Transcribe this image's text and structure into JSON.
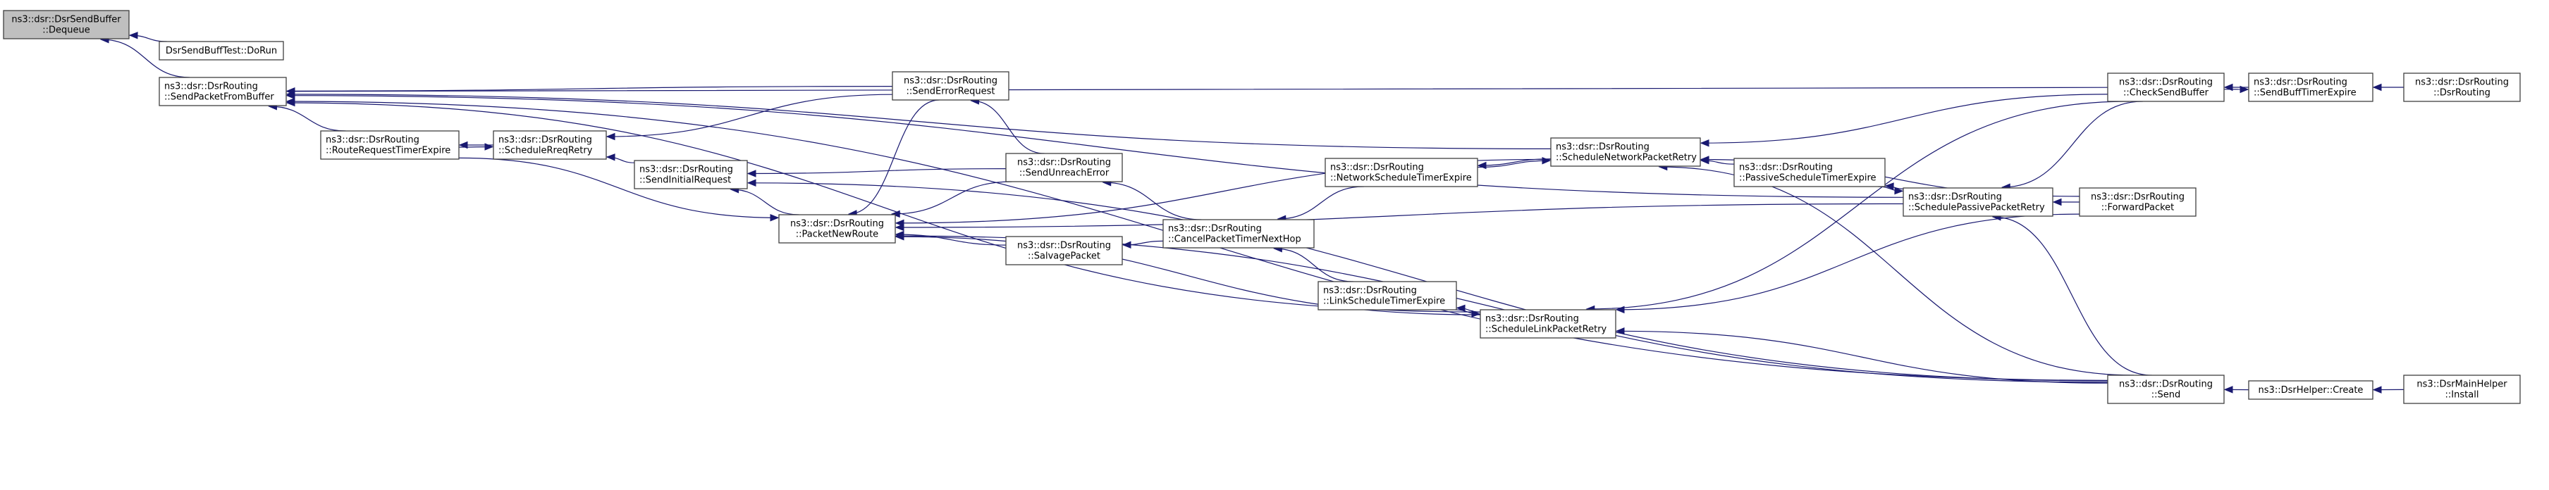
{
  "graph": {
    "title": "Caller graph of ns3::dsr::DsrSendBuffer::Dequeue",
    "edge_color": "#191970",
    "root_fill": "#bfbfbf",
    "node_fill": "#ffffff",
    "nodes": [
      {
        "id": "dequeue",
        "lines": [
          "ns3::dsr::DsrSendBuffer",
          "::Dequeue"
        ],
        "root": true,
        "align": "center"
      },
      {
        "id": "dorun",
        "lines": [
          "DsrSendBuffTest::DoRun"
        ],
        "align": "center"
      },
      {
        "id": "sendpacketfrombuffer",
        "lines": [
          "ns3::dsr::DsrRouting",
          "::SendPacketFromBuffer"
        ],
        "align": "left"
      },
      {
        "id": "routerequesttimerexpire",
        "lines": [
          "ns3::dsr::DsrRouting",
          "::RouteRequestTimerExpire"
        ],
        "align": "left"
      },
      {
        "id": "schedulerreqretry",
        "lines": [
          "ns3::dsr::DsrRouting",
          "::ScheduleRreqRetry"
        ],
        "align": "left"
      },
      {
        "id": "sendinitialrequest",
        "lines": [
          "ns3::dsr::DsrRouting",
          "::SendInitialRequest"
        ],
        "align": "left"
      },
      {
        "id": "packetnewroute",
        "lines": [
          "ns3::dsr::DsrRouting",
          "::PacketNewRoute"
        ],
        "align": "center"
      },
      {
        "id": "senderrorrequest",
        "lines": [
          "ns3::dsr::DsrRouting",
          "::SendErrorRequest"
        ],
        "align": "center"
      },
      {
        "id": "sendunreacherror",
        "lines": [
          "ns3::dsr::DsrRouting",
          "::SendUnreachError"
        ],
        "align": "center"
      },
      {
        "id": "salvagepacket",
        "lines": [
          "ns3::dsr::DsrRouting",
          "::SalvagePacket"
        ],
        "align": "center"
      },
      {
        "id": "cancelpackettimernexthop",
        "lines": [
          "ns3::dsr::DsrRouting",
          "::CancelPacketTimerNextHop"
        ],
        "align": "left"
      },
      {
        "id": "networkscheduletimerexpire",
        "lines": [
          "ns3::dsr::DsrRouting",
          "::NetworkScheduleTimerExpire"
        ],
        "align": "left"
      },
      {
        "id": "schedulenetworkpacketretry",
        "lines": [
          "ns3::dsr::DsrRouting",
          "::ScheduleNetworkPacketRetry"
        ],
        "align": "left"
      },
      {
        "id": "linkscheduletimerexpire",
        "lines": [
          "ns3::dsr::DsrRouting",
          "::LinkScheduleTimerExpire"
        ],
        "align": "left"
      },
      {
        "id": "schedulelinkpacketretry",
        "lines": [
          "ns3::dsr::DsrRouting",
          "::ScheduleLinkPacketRetry"
        ],
        "align": "left"
      },
      {
        "id": "passivescheduletimerexpire",
        "lines": [
          "ns3::dsr::DsrRouting",
          "::PassiveScheduleTimerExpire"
        ],
        "align": "left"
      },
      {
        "id": "schedulepassivepacketretry",
        "lines": [
          "ns3::dsr::DsrRouting",
          "::SchedulePassivePacketRetry"
        ],
        "align": "left"
      },
      {
        "id": "forwardpacket",
        "lines": [
          "ns3::dsr::DsrRouting",
          "::ForwardPacket"
        ],
        "align": "center"
      },
      {
        "id": "checksendbuffer",
        "lines": [
          "ns3::dsr::DsrRouting",
          "::CheckSendBuffer"
        ],
        "align": "center"
      },
      {
        "id": "sendbufftimerexpire",
        "lines": [
          "ns3::dsr::DsrRouting",
          "::SendBuffTimerExpire"
        ],
        "align": "left"
      },
      {
        "id": "dsrrouting",
        "lines": [
          "ns3::dsr::DsrRouting",
          "::DsrRouting"
        ],
        "align": "center"
      },
      {
        "id": "send",
        "lines": [
          "ns3::dsr::DsrRouting",
          "::Send"
        ],
        "align": "center"
      },
      {
        "id": "dsrhelpercreate",
        "lines": [
          "ns3::DsrHelper::Create"
        ],
        "align": "center"
      },
      {
        "id": "dsrmainhelperinstall",
        "lines": [
          "ns3::DsrMainHelper",
          "::Install"
        ],
        "align": "center"
      }
    ],
    "edges": [
      {
        "from": "dorun",
        "to": "dequeue"
      },
      {
        "from": "sendpacketfrombuffer",
        "to": "dequeue"
      },
      {
        "from": "senderrorrequest",
        "to": "sendpacketfrombuffer"
      },
      {
        "from": "routerequesttimerexpire",
        "to": "sendpacketfrombuffer"
      },
      {
        "from": "checksendbuffer",
        "to": "sendpacketfrombuffer"
      },
      {
        "from": "schedulenetworkpacketretry",
        "to": "sendpacketfrombuffer"
      },
      {
        "from": "schedulepassivepacketretry",
        "to": "sendpacketfrombuffer"
      },
      {
        "from": "schedulelinkpacketretry",
        "to": "sendpacketfrombuffer"
      },
      {
        "from": "send",
        "to": "sendpacketfrombuffer"
      },
      {
        "from": "schedulerreqretry",
        "to": "routerequesttimerexpire"
      },
      {
        "from": "routerequesttimerexpire",
        "to": "schedulerreqretry"
      },
      {
        "from": "senderrorrequest",
        "to": "schedulerreqretry"
      },
      {
        "from": "sendinitialrequest",
        "to": "schedulerreqretry"
      },
      {
        "from": "sendunreacherror",
        "to": "sendinitialrequest"
      },
      {
        "from": "packetnewroute",
        "to": "sendinitialrequest"
      },
      {
        "from": "send",
        "to": "sendinitialrequest"
      },
      {
        "from": "routerequesttimerexpire",
        "to": "packetnewroute"
      },
      {
        "from": "senderrorrequest",
        "to": "packetnewroute"
      },
      {
        "from": "sendunreacherror",
        "to": "packetnewroute"
      },
      {
        "from": "salvagepacket",
        "to": "packetnewroute"
      },
      {
        "from": "schedulenetworkpacketretry",
        "to": "packetnewroute"
      },
      {
        "from": "schedulepassivepacketretry",
        "to": "packetnewroute"
      },
      {
        "from": "schedulelinkpacketretry",
        "to": "packetnewroute"
      },
      {
        "from": "send",
        "to": "packetnewroute"
      },
      {
        "from": "sendunreacherror",
        "to": "senderrorrequest"
      },
      {
        "from": "cancelpackettimernexthop",
        "to": "sendunreacherror"
      },
      {
        "from": "cancelpackettimernexthop",
        "to": "salvagepacket"
      },
      {
        "from": "networkscheduletimerexpire",
        "to": "cancelpackettimernexthop"
      },
      {
        "from": "linkscheduletimerexpire",
        "to": "cancelpackettimernexthop"
      },
      {
        "from": "schedulenetworkpacketretry",
        "to": "networkscheduletimerexpire"
      },
      {
        "from": "networkscheduletimerexpire",
        "to": "schedulenetworkpacketretry"
      },
      {
        "from": "checksendbuffer",
        "to": "schedulenetworkpacketretry"
      },
      {
        "from": "forwardpacket",
        "to": "schedulenetworkpacketretry"
      },
      {
        "from": "passivescheduletimerexpire",
        "to": "schedulenetworkpacketretry"
      },
      {
        "from": "send",
        "to": "schedulenetworkpacketretry"
      },
      {
        "from": "schedulelinkpacketretry",
        "to": "linkscheduletimerexpire"
      },
      {
        "from": "linkscheduletimerexpire",
        "to": "schedulelinkpacketretry"
      },
      {
        "from": "checksendbuffer",
        "to": "schedulelinkpacketretry"
      },
      {
        "from": "forwardpacket",
        "to": "schedulelinkpacketretry"
      },
      {
        "from": "send",
        "to": "schedulelinkpacketretry"
      },
      {
        "from": "schedulepassivepacketretry",
        "to": "passivescheduletimerexpire"
      },
      {
        "from": "passivescheduletimerexpire",
        "to": "schedulepassivepacketretry"
      },
      {
        "from": "checksendbuffer",
        "to": "schedulepassivepacketretry"
      },
      {
        "from": "forwardpacket",
        "to": "schedulepassivepacketretry"
      },
      {
        "from": "send",
        "to": "schedulepassivepacketretry"
      },
      {
        "from": "sendbufftimerexpire",
        "to": "checksendbuffer"
      },
      {
        "from": "checksendbuffer",
        "to": "sendbufftimerexpire"
      },
      {
        "from": "dsrrouting",
        "to": "sendbufftimerexpire"
      },
      {
        "from": "dsrhelpercreate",
        "to": "send"
      },
      {
        "from": "dsrmainhelperinstall",
        "to": "dsrhelpercreate"
      }
    ]
  }
}
